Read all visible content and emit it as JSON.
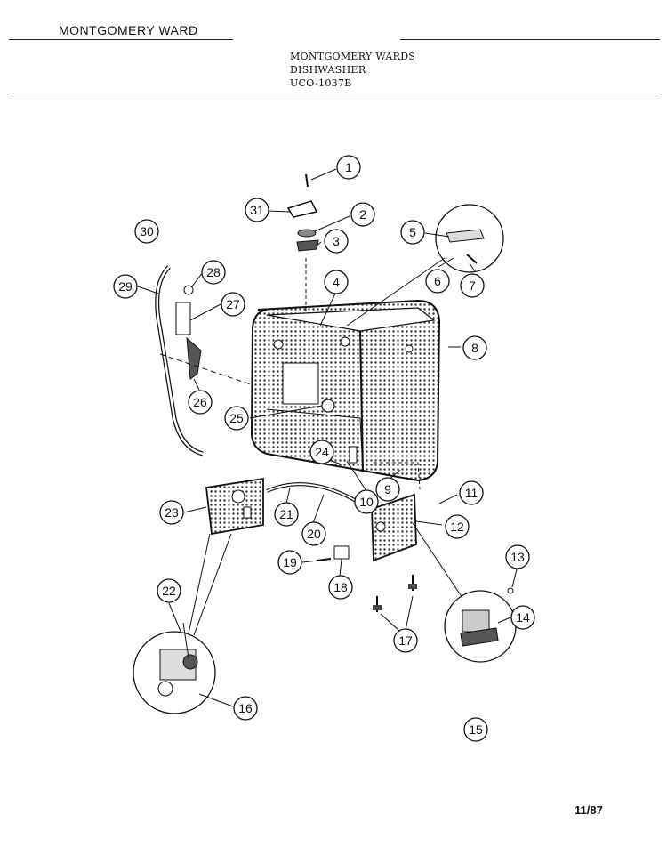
{
  "header": {
    "brand": "MONTGOMERY WARD",
    "title_lines": [
      "MONTGOMERY WARDS",
      "DISHWASHER",
      "UCO-1037B"
    ]
  },
  "footer": {
    "page_code": "11/87"
  },
  "callouts": [
    "1",
    "2",
    "3",
    "4",
    "5",
    "6",
    "7",
    "8",
    "9",
    "10",
    "11",
    "12",
    "13",
    "14",
    "15",
    "16",
    "17",
    "18",
    "19",
    "20",
    "21",
    "22",
    "23",
    "24",
    "25",
    "26",
    "27",
    "28",
    "29",
    "30",
    "31"
  ]
}
